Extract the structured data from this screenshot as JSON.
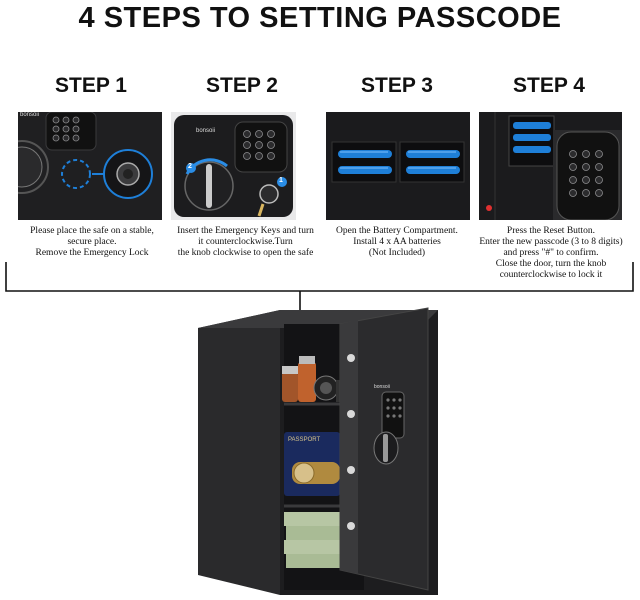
{
  "title": "4 STEPS TO SETTING PASSCODE",
  "steps": [
    {
      "heading": "STEP 1",
      "lines": [
        "Please place the safe on a stable,",
        "secure place.",
        "Remove the Emergency Lock"
      ]
    },
    {
      "heading": "STEP 2",
      "lines": [
        "Insert the Emergency Keys and turn",
        "it counterclockwise.Turn",
        "the knob clockwise to open the safe"
      ]
    },
    {
      "heading": "STEP 3",
      "lines": [
        "Open the Battery Compartment.",
        "Install 4 x AA batteries",
        "(Not Included)"
      ]
    },
    {
      "heading": "STEP 4",
      "lines": [
        "Press the Reset Button.",
        "Enter the new passcode (3 to 8 digits)",
        "and press \"#\" to confirm.",
        "Close the door, turn the knob",
        "counterclockwise to lock it"
      ]
    }
  ],
  "brand_logo": "bonsoii",
  "step2_markers": [
    "1",
    "2"
  ],
  "passport_text": "PASSPORT",
  "colors": {
    "battery": "#1e7fd8",
    "panel": "#1b1b1d",
    "accent_blue": "#2a8de6"
  }
}
